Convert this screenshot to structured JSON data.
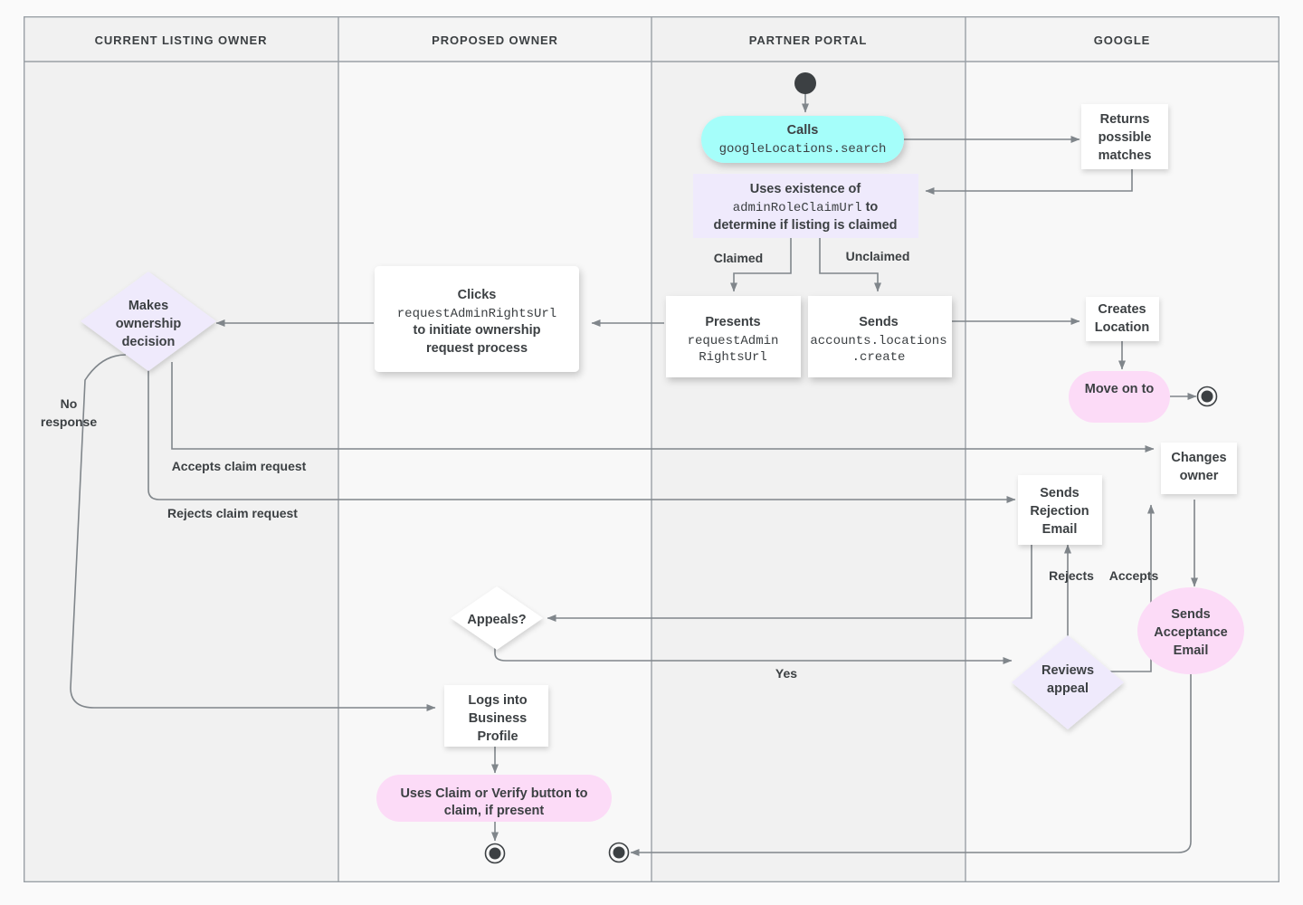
{
  "diagram": {
    "title": "Business Profile listing ownership transfer flow",
    "colors": {
      "page_bg": "#fafafa",
      "lane_bg_odd": "#f1f1f1",
      "lane_bg_even": "#f8f8f8",
      "lane_border": "#9aa0a6",
      "node_white": "#ffffff",
      "node_cyan": "#a5fefa",
      "node_lavender": "#efeafc",
      "node_pink": "#fcdbf7",
      "text": "#3c4043",
      "line": "#80868b",
      "terminal": "#3c4043"
    },
    "lanes": [
      {
        "id": "lane-current-listing-owner",
        "label": "CURRENT LISTING OWNER"
      },
      {
        "id": "lane-proposed-owner",
        "label": "PROPOSED OWNER"
      },
      {
        "id": "lane-partner-portal",
        "label": "PARTNER PORTAL"
      },
      {
        "id": "lane-google",
        "label": "GOOGLE"
      }
    ],
    "nodes": [
      {
        "id": "start-node",
        "shape": "start-circle",
        "lane": "lane-partner-portal",
        "lines": []
      },
      {
        "id": "calls-google-locations-search",
        "shape": "pill",
        "fill": "node_cyan",
        "lane": "lane-partner-portal",
        "lines": [
          {
            "text": "Calls",
            "mono": false
          },
          {
            "text": "googleLocations.search",
            "mono": true
          }
        ]
      },
      {
        "id": "returns-possible-matches",
        "shape": "box",
        "fill": "node_white",
        "lane": "lane-google",
        "lines": [
          {
            "text": "Returns",
            "mono": false
          },
          {
            "text": "possible",
            "mono": false
          },
          {
            "text": "matches",
            "mono": false
          }
        ]
      },
      {
        "id": "uses-existence-of-admin-role-claim-url",
        "shape": "rect",
        "fill": "node_lavender",
        "lane": "lane-partner-portal",
        "lines": [
          {
            "text": "Uses existence of",
            "mono": false
          },
          {
            "text": "adminRoleClaimUrl to",
            "mono": "mixed"
          },
          {
            "text": "determine if listing is claimed",
            "mono": false
          }
        ]
      },
      {
        "id": "presents-request-admin-rights-url",
        "shape": "box",
        "fill": "node_white",
        "lane": "lane-partner-portal",
        "lines": [
          {
            "text": "Presents",
            "mono": false
          },
          {
            "text": "requestAdmin",
            "mono": true
          },
          {
            "text": "RightsUrl",
            "mono": true
          }
        ]
      },
      {
        "id": "sends-accounts-locations-create",
        "shape": "box",
        "fill": "node_white",
        "lane": "lane-partner-portal",
        "lines": [
          {
            "text": "Sends",
            "mono": false
          },
          {
            "text": "accounts.locations",
            "mono": true
          },
          {
            "text": ".create",
            "mono": true
          }
        ]
      },
      {
        "id": "creates-location",
        "shape": "box",
        "fill": "node_white",
        "lane": "lane-google",
        "lines": [
          {
            "text": "Creates",
            "mono": false
          },
          {
            "text": "Location",
            "mono": false
          }
        ]
      },
      {
        "id": "move-on-to",
        "shape": "pill",
        "fill": "node_pink",
        "lane": "lane-google",
        "lines": [
          {
            "text": "Move on to",
            "mono": false
          }
        ]
      },
      {
        "id": "end-node-google",
        "shape": "end-circle",
        "lane": "lane-google",
        "lines": []
      },
      {
        "id": "clicks-request-admin-rights-url",
        "shape": "box",
        "fill": "node_white",
        "lane": "lane-proposed-owner",
        "lines": [
          {
            "text": "Clicks",
            "mono": false
          },
          {
            "text": "requestAdminRightsUrl",
            "mono": true
          },
          {
            "text": "to initiate ownership",
            "mono": false
          },
          {
            "text": "request process",
            "mono": false
          }
        ]
      },
      {
        "id": "makes-ownership-decision",
        "shape": "diamond",
        "fill": "node_lavender",
        "lane": "lane-current-listing-owner",
        "lines": [
          {
            "text": "Makes",
            "mono": false
          },
          {
            "text": "ownership",
            "mono": false
          },
          {
            "text": "decision",
            "mono": false
          }
        ]
      },
      {
        "id": "changes-owner",
        "shape": "box",
        "fill": "node_white",
        "lane": "lane-google",
        "lines": [
          {
            "text": "Changes",
            "mono": false
          },
          {
            "text": "owner",
            "mono": false
          }
        ]
      },
      {
        "id": "sends-rejection-email",
        "shape": "box",
        "fill": "node_white",
        "lane": "lane-google",
        "lines": [
          {
            "text": "Sends",
            "mono": false
          },
          {
            "text": "Rejection",
            "mono": false
          },
          {
            "text": "Email",
            "mono": false
          }
        ]
      },
      {
        "id": "sends-acceptance-email",
        "shape": "pill",
        "fill": "node_pink",
        "lane": "lane-google",
        "lines": [
          {
            "text": "Sends",
            "mono": false
          },
          {
            "text": "Acceptance",
            "mono": false
          },
          {
            "text": "Email",
            "mono": false
          }
        ]
      },
      {
        "id": "appeals-decision",
        "shape": "diamond",
        "fill": "node_white",
        "lane": "lane-proposed-owner",
        "lines": [
          {
            "text": "Appeals?",
            "mono": false
          }
        ]
      },
      {
        "id": "reviews-appeal",
        "shape": "diamond",
        "fill": "node_lavender",
        "lane": "lane-google",
        "lines": [
          {
            "text": "Reviews",
            "mono": false
          },
          {
            "text": "appeal",
            "mono": false
          }
        ]
      },
      {
        "id": "logs-into-business-profile",
        "shape": "box",
        "fill": "node_white",
        "lane": "lane-proposed-owner",
        "lines": [
          {
            "text": "Logs into",
            "mono": false
          },
          {
            "text": "Business",
            "mono": false
          },
          {
            "text": "Profile",
            "mono": false
          }
        ]
      },
      {
        "id": "uses-claim-or-verify-button",
        "shape": "pill",
        "fill": "node_pink",
        "lane": "lane-proposed-owner",
        "lines": [
          {
            "text": "Uses Claim or Verify button to",
            "mono": false
          },
          {
            "text": "claim, if present",
            "mono": false
          }
        ]
      },
      {
        "id": "end-node-proposed-owner",
        "shape": "end-circle",
        "lane": "lane-proposed-owner",
        "lines": []
      },
      {
        "id": "end-node-partner-portal",
        "shape": "end-circle",
        "lane": "lane-partner-portal",
        "lines": []
      }
    ],
    "edge_labels": [
      {
        "id": "edge-label-claimed",
        "text": "Claimed"
      },
      {
        "id": "edge-label-unclaimed",
        "text": "Unclaimed"
      },
      {
        "id": "edge-label-no-response",
        "text": "No response"
      },
      {
        "id": "edge-label-accepts-claim-request",
        "text": "Accepts claim request"
      },
      {
        "id": "edge-label-rejects-claim-request",
        "text": "Rejects claim request"
      },
      {
        "id": "edge-label-rejects",
        "text": "Rejects"
      },
      {
        "id": "edge-label-accepts",
        "text": "Accepts"
      },
      {
        "id": "edge-label-yes",
        "text": "Yes"
      }
    ],
    "edge_label_text": {
      "claimed": "Claimed",
      "unclaimed": "Unclaimed",
      "no_response_line1": "No",
      "no_response_line2": "response",
      "accepts_claim_request": "Accepts claim request",
      "rejects_claim_request": "Rejects claim request",
      "rejects": "Rejects",
      "accepts": "Accepts",
      "yes": "Yes"
    },
    "node_text": {
      "calls_l1": "Calls",
      "calls_l2": "googleLocations.search",
      "returns_l1": "Returns",
      "returns_l2": "possible",
      "returns_l3": "matches",
      "uses_l1": "Uses existence of",
      "uses_l2a": "adminRoleClaimUrl",
      "uses_l2b": " to",
      "uses_l3": "determine if listing is claimed",
      "presents_l1": "Presents",
      "presents_l2": "requestAdmin",
      "presents_l3": "RightsUrl",
      "sendscreate_l1": "Sends",
      "sendscreate_l2": "accounts.locations",
      "sendscreate_l3": ".create",
      "creates_l1": "Creates",
      "creates_l2": "Location",
      "moveon_l1": "Move on to",
      "clicks_l1": "Clicks",
      "clicks_l2": "requestAdminRightsUrl",
      "clicks_l3": "to initiate ownership",
      "clicks_l4": "request process",
      "makes_l1": "Makes",
      "makes_l2": "ownership",
      "makes_l3": "decision",
      "changes_l1": "Changes",
      "changes_l2": "owner",
      "rejectionmail_l1": "Sends",
      "rejectionmail_l2": "Rejection",
      "rejectionmail_l3": "Email",
      "acceptmail_l1": "Sends",
      "acceptmail_l2": "Acceptance",
      "acceptmail_l3": "Email",
      "appeals_l1": "Appeals?",
      "reviews_l1": "Reviews",
      "reviews_l2": "appeal",
      "logs_l1": "Logs into",
      "logs_l2": "Business",
      "logs_l3": "Profile",
      "claimbtn_l1": "Uses Claim or Verify button to",
      "claimbtn_l2": "claim, if present"
    }
  }
}
